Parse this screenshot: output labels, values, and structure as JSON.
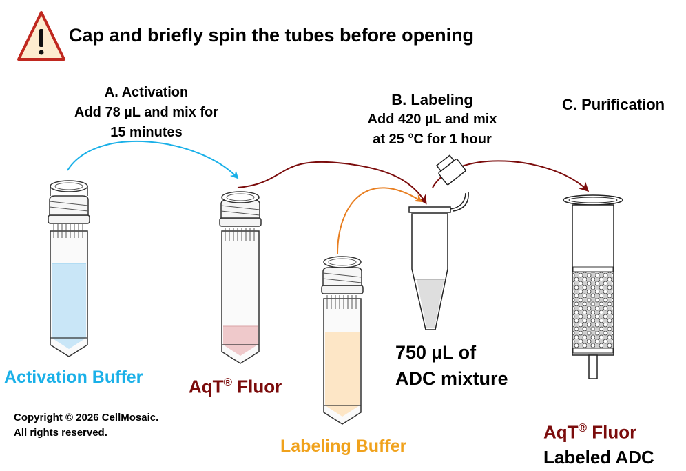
{
  "header": {
    "warning_icon": "warning-triangle-icon",
    "title": "Cap and briefly spin the tubes before opening"
  },
  "steps": {
    "activation": {
      "line1": "A.  Activation",
      "line2": "Add 78 µL and mix for",
      "line3": "15 minutes"
    },
    "labeling": {
      "line1": "B. Labeling",
      "line2": "Add 420 µL and mix",
      "line3": "at 25 °C for 1 hour"
    },
    "purification": {
      "line1": "C. Purification"
    }
  },
  "labels": {
    "activation_buffer": "Activation Buffer",
    "aqt_fluor_prefix": "AqT",
    "registered": "®",
    "aqt_fluor_suffix": " Fluor",
    "labeling_buffer": "Labeling Buffer",
    "mixture_line1": "750 µL of",
    "mixture_line2": "ADC mixture",
    "output_prefix": "AqT",
    "output_registered": "®",
    "output_suffix": " Fluor",
    "output_line2": "Labeled ADC"
  },
  "copyright": {
    "line1": "Copyright © 2026 CellMosaic.",
    "line2": "All rights reserved."
  },
  "colors": {
    "activation": "#1ab0e8",
    "fluor": "#7b0c0c",
    "labeling": "#f0a21c",
    "activation_liquid": "#c9e6f7",
    "fluor_liquid": "#efc9cb",
    "labeling_liquid": "#fde6c6",
    "warning_fill": "#fdeccf",
    "warning_stroke": "#c0281f"
  }
}
